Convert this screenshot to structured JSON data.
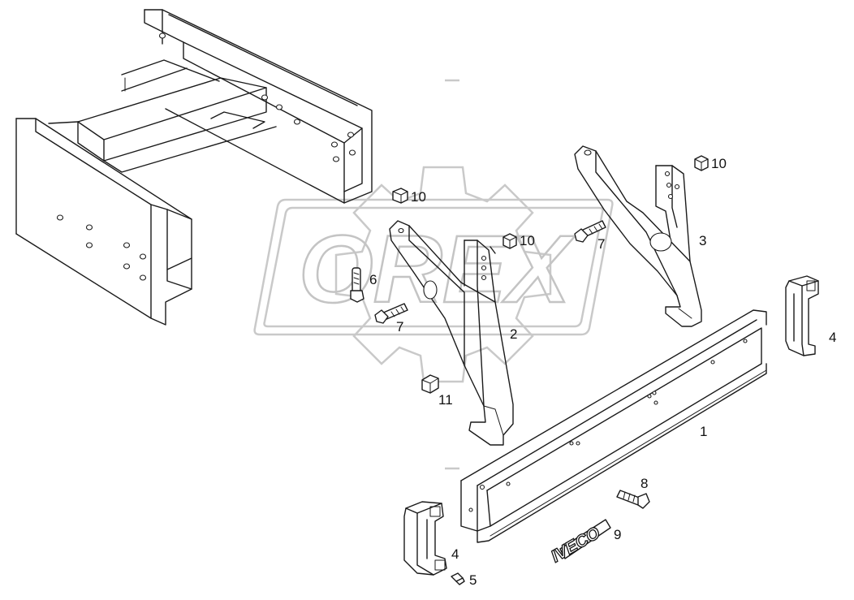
{
  "watermark": {
    "text": "OREX",
    "color": "#c8c8c8"
  },
  "emblem": {
    "text": "IVECO"
  },
  "callouts": [
    {
      "id": "c1",
      "label": "1"
    },
    {
      "id": "c2",
      "label": "2"
    },
    {
      "id": "c3",
      "label": "3"
    },
    {
      "id": "c4a",
      "label": "4"
    },
    {
      "id": "c4b",
      "label": "4"
    },
    {
      "id": "c5",
      "label": "5"
    },
    {
      "id": "c6",
      "label": "6"
    },
    {
      "id": "c7a",
      "label": "7"
    },
    {
      "id": "c7b",
      "label": "7"
    },
    {
      "id": "c8",
      "label": "8"
    },
    {
      "id": "c9",
      "label": "9"
    },
    {
      "id": "c10a",
      "label": "10"
    },
    {
      "id": "c10b",
      "label": "10"
    },
    {
      "id": "c10c",
      "label": "10"
    },
    {
      "id": "c11",
      "label": "11"
    }
  ],
  "parts": [
    {
      "id": "frame",
      "name": "chassis-frame-rails"
    },
    {
      "id": "p1",
      "name": "bumper-crossbar"
    },
    {
      "id": "p2",
      "name": "bracket-left"
    },
    {
      "id": "p3",
      "name": "bracket-right"
    },
    {
      "id": "p4",
      "name": "handle"
    },
    {
      "id": "p5",
      "name": "handle-screw"
    },
    {
      "id": "p6",
      "name": "bolt"
    },
    {
      "id": "p7",
      "name": "bolt"
    },
    {
      "id": "p8",
      "name": "bolt"
    },
    {
      "id": "p9",
      "name": "emblem"
    },
    {
      "id": "p10",
      "name": "nut"
    },
    {
      "id": "p11",
      "name": "nut"
    }
  ]
}
